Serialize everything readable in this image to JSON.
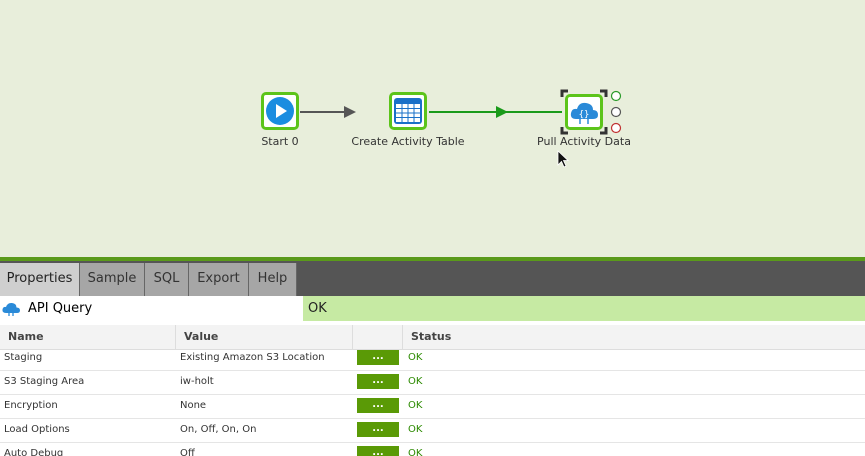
{
  "canvas": {
    "nodes": [
      {
        "id": "start",
        "label": "Start 0",
        "icon": "play-icon"
      },
      {
        "id": "create-table",
        "label": "Create Activity Table",
        "icon": "table-icon"
      },
      {
        "id": "pull-data",
        "label": "Pull Activity Data",
        "icon": "cloud-api-icon"
      }
    ],
    "colors": {
      "canvas_bg": "#e8eedb",
      "node_border": "#5cc41a",
      "success_line": "#1a9a1a",
      "default_line": "#555555"
    }
  },
  "tabs": [
    "Properties",
    "Sample",
    "SQL",
    "Export",
    "Help"
  ],
  "component": {
    "name": "API Query",
    "status": "OK"
  },
  "grid": {
    "headers": {
      "name": "Name",
      "value": "Value",
      "status": "Status"
    },
    "edit_label": "...",
    "rows": [
      {
        "name": "Staging",
        "value": "Existing Amazon S3 Location",
        "status": "OK"
      },
      {
        "name": "S3 Staging Area",
        "value": "iw-holt",
        "status": "OK"
      },
      {
        "name": "Encryption",
        "value": "None",
        "status": "OK"
      },
      {
        "name": "Load Options",
        "value": "On, Off, On, On",
        "status": "OK"
      },
      {
        "name": "Auto Debug",
        "value": "Off",
        "status": "OK"
      }
    ]
  }
}
